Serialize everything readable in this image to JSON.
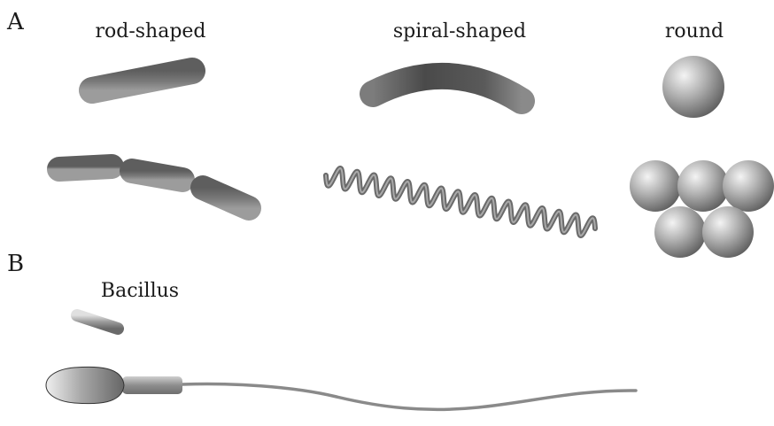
{
  "panels": {
    "a": {
      "letter": "A",
      "columns": {
        "rod": "rod-shaped",
        "spiral": "spiral-shaped",
        "round": "round"
      }
    },
    "b": {
      "letter": "B",
      "bacillus_label": "Bacillus"
    }
  },
  "colors": {
    "shape_light": "#d6d6d6",
    "shape_mid": "#8a8a8a",
    "shape_dark": "#4a4a4a",
    "text": "#1a1a1a"
  }
}
